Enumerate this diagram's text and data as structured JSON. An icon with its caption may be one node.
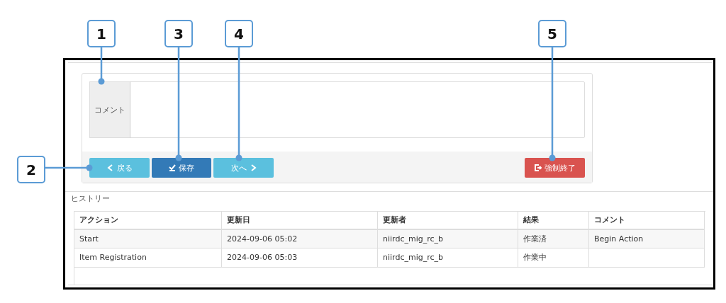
{
  "diagram": {
    "nodes": [
      {
        "text": [
          "1"
        ]
      },
      {
        "text": [
          "2"
        ]
      },
      {
        "text": [
          "3"
        ]
      },
      {
        "text": [
          "4"
        ]
      },
      {
        "text": [
          "5"
        ]
      },
      {
        "text": [
          "コメント"
        ]
      },
      {
        "text": [
          "戻る"
        ]
      },
      {
        "text": [
          "保存"
        ]
      },
      {
        "text": [
          "次へ"
        ]
      },
      {
        "text": [
          "強制終了"
        ]
      }
    ],
    "edges": [
      {
        "from": 0,
        "to": 5,
        "arrow": "other"
      },
      {
        "from": 1,
        "to": 6,
        "arrow": "other"
      },
      {
        "from": 2,
        "to": 7,
        "arrow": "other"
      },
      {
        "from": 3,
        "to": 8,
        "arrow": "other"
      },
      {
        "from": 4,
        "to": 9,
        "arrow": "other"
      }
    ],
    "labels": [
      "ヒストリー",
      "アクション",
      "更新日",
      "更新者",
      "結果",
      "コメント",
      "Start",
      "2024-09-06 05:02",
      "niirdc_mig_rc_b",
      "作業済",
      "Begin Action",
      "Item Registration",
      "2024-09-06 05:03",
      "niirdc_mig_rc_b",
      "作業中"
    ]
  }
}
